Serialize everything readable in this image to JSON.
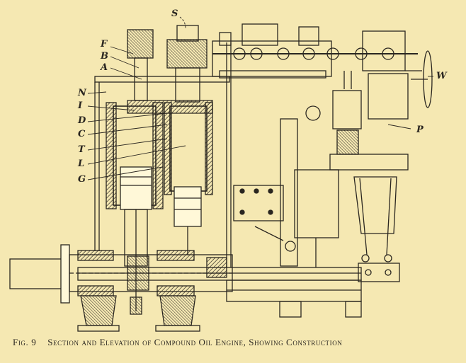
{
  "labels": {
    "S": "S",
    "F": "F",
    "B": "B",
    "A": "A",
    "N": "N",
    "I": "I",
    "D": "D",
    "C": "C",
    "T": "T",
    "L": "L",
    "G": "G",
    "P": "P",
    "W": "W"
  },
  "caption": {
    "fig": "Fig. 9",
    "text": "Section and Elevation of Compound Oil Engine, Showing Construction"
  },
  "colors": {
    "paper": "#f5e8b2",
    "ink": "#2a2620"
  }
}
